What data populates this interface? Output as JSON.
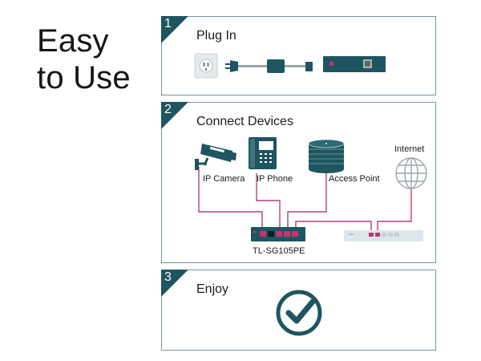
{
  "headline": {
    "line1": "Easy",
    "line2": "to Use"
  },
  "steps": [
    {
      "number": "1",
      "title": "Plug In"
    },
    {
      "number": "2",
      "title": "Connect Devices"
    },
    {
      "number": "3",
      "title": "Enjoy"
    }
  ],
  "devices": {
    "ip_camera": "IP Camera",
    "ip_phone": "IP Phone",
    "access_point": "Access Point",
    "internet": "Internet",
    "switch_model": "TL-SG105PE"
  },
  "colors": {
    "teal": "#1e5560",
    "border": "#6f98a0",
    "cable": "#b5407a",
    "port": "#c8336f",
    "light_switch": "#dde7ea"
  }
}
